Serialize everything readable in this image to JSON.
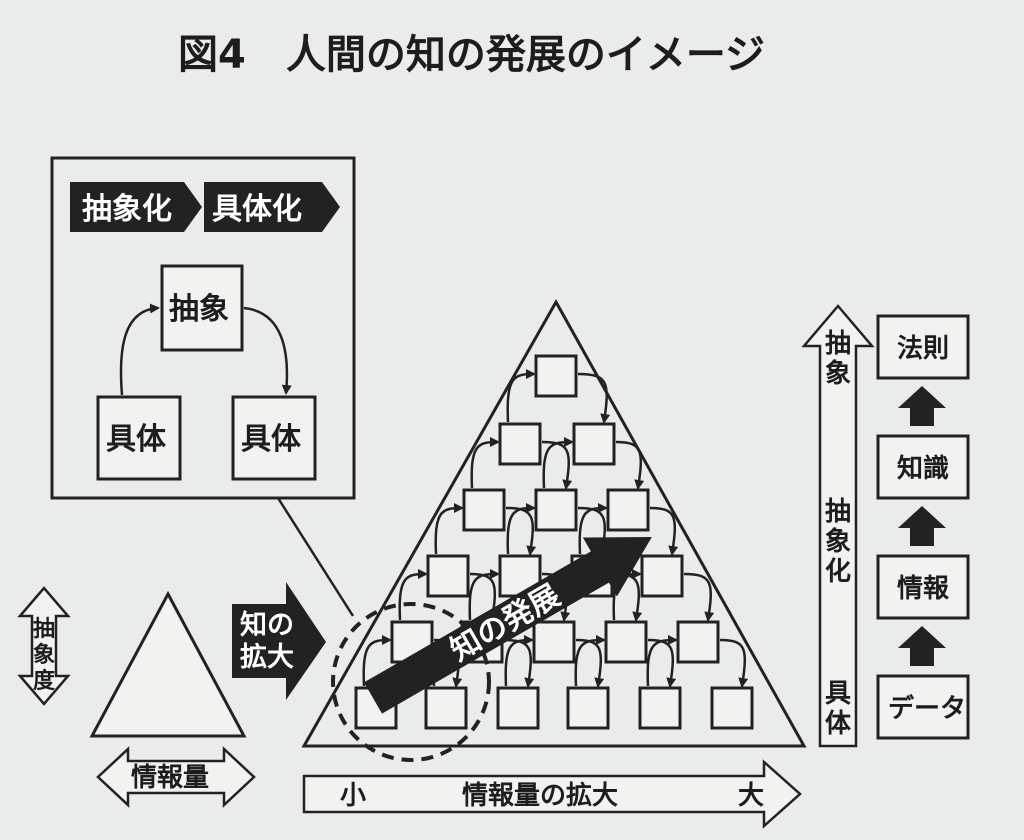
{
  "title": "図4　人間の知の発展のイメージ",
  "inset": {
    "abstract_tag": "抽象化",
    "concrete_tag": "具体化",
    "top_box": "抽象",
    "left_box": "具体",
    "right_box": "具体"
  },
  "small_pyramid": {
    "vertical_arrow": "抽象度",
    "horizontal_arrow": "情報量"
  },
  "expand_arrow": {
    "line1": "知の",
    "line2": "拡大"
  },
  "big_pyramid": {
    "diagonal_arrow": "知の発展"
  },
  "bottom_axis": {
    "left": "小",
    "center": "情報量の拡大",
    "right": "大"
  },
  "vertical_axis": {
    "top": "抽象",
    "middle": "抽象化",
    "bottom": "具体"
  },
  "hierarchy": [
    "法則",
    "知識",
    "情報",
    "データ"
  ],
  "colors": {
    "dark": "#222222",
    "background": "#e9ecea",
    "box_fill": "#f2f3f1"
  }
}
